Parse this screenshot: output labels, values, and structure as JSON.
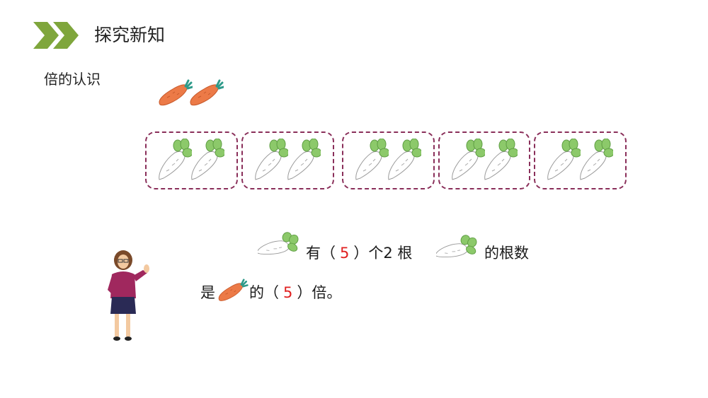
{
  "header": {
    "title": "探究新知",
    "icon": "double-chevron-right-icon",
    "accent_color": "#7fa63c"
  },
  "section": {
    "subtitle": "倍的认识"
  },
  "illustration": {
    "carrot_count": 2,
    "groups": [
      {
        "radish_count": 2
      },
      {
        "radish_count": 2
      },
      {
        "radish_count": 2
      },
      {
        "radish_count": 2
      },
      {
        "radish_count": 2
      }
    ],
    "group_border_color": "#8a2f5a"
  },
  "sentence": {
    "line1_part1": "有（",
    "line1_answer": "5",
    "line1_part2": "）个2 根",
    "line1_part3": "的根数",
    "line2_part1": "是",
    "line2_part2": "的（",
    "line2_answer": "5",
    "line2_part3": "）倍。",
    "answer_color": "#e02020"
  },
  "teacher": {
    "icon": "teacher-figure-icon"
  }
}
